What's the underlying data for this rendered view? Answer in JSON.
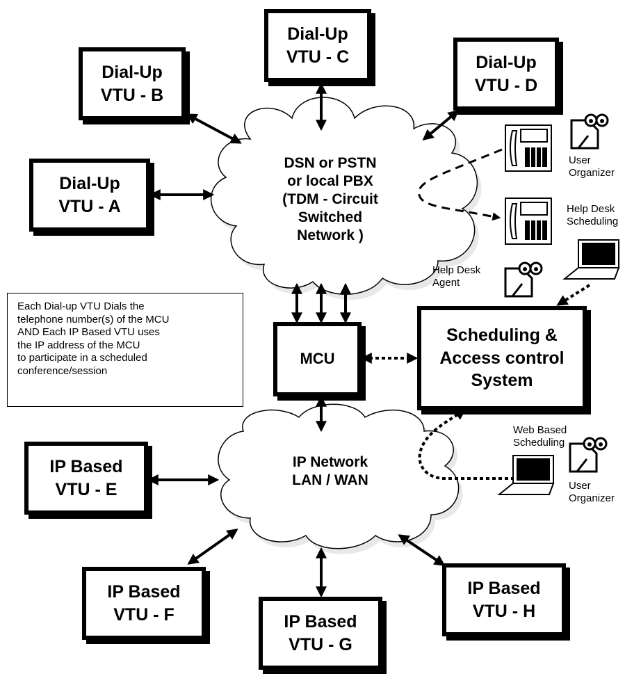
{
  "vtu_boxes": [
    {
      "id": "b",
      "line1": "Dial-Up",
      "line2": "VTU - B"
    },
    {
      "id": "c",
      "line1": "Dial-Up",
      "line2": "VTU - C"
    },
    {
      "id": "d",
      "line1": "Dial-Up",
      "line2": "VTU - D"
    },
    {
      "id": "a",
      "line1": "Dial-Up",
      "line2": "VTU - A"
    },
    {
      "id": "e",
      "line1": "IP Based",
      "line2": "VTU - E"
    },
    {
      "id": "f",
      "line1": "IP Based",
      "line2": "VTU - F"
    },
    {
      "id": "g",
      "line1": "IP Based",
      "line2": "VTU - G"
    },
    {
      "id": "h",
      "line1": "IP Based",
      "line2": "VTU - H"
    }
  ],
  "mcu": {
    "label": "MCU"
  },
  "scheduling": {
    "line1": "Scheduling &",
    "line2": "Access control",
    "line3": "System"
  },
  "dsn_cloud": {
    "lines": [
      "DSN or PSTN",
      "or local PBX",
      "(TDM - Circuit",
      "Switched",
      "Network )"
    ]
  },
  "ip_cloud": {
    "lines": [
      "IP Network",
      "LAN / WAN"
    ]
  },
  "note": {
    "lines": [
      "Each Dial-up VTU Dials the",
      "telephone number(s) of the MCU",
      "AND Each IP Based VTU uses",
      "the IP address of the MCU",
      "to participate in a scheduled",
      "conference/session"
    ]
  },
  "labels": {
    "user_organizer_top": [
      "User",
      "Organizer"
    ],
    "help_desk_scheduling": [
      "Help Desk",
      "Scheduling"
    ],
    "help_desk_agent": [
      "Help Desk",
      "Agent"
    ],
    "web_based_scheduling": [
      "Web Based",
      "Scheduling"
    ],
    "user_organizer_bottom": [
      "User",
      "Organizer"
    ]
  }
}
